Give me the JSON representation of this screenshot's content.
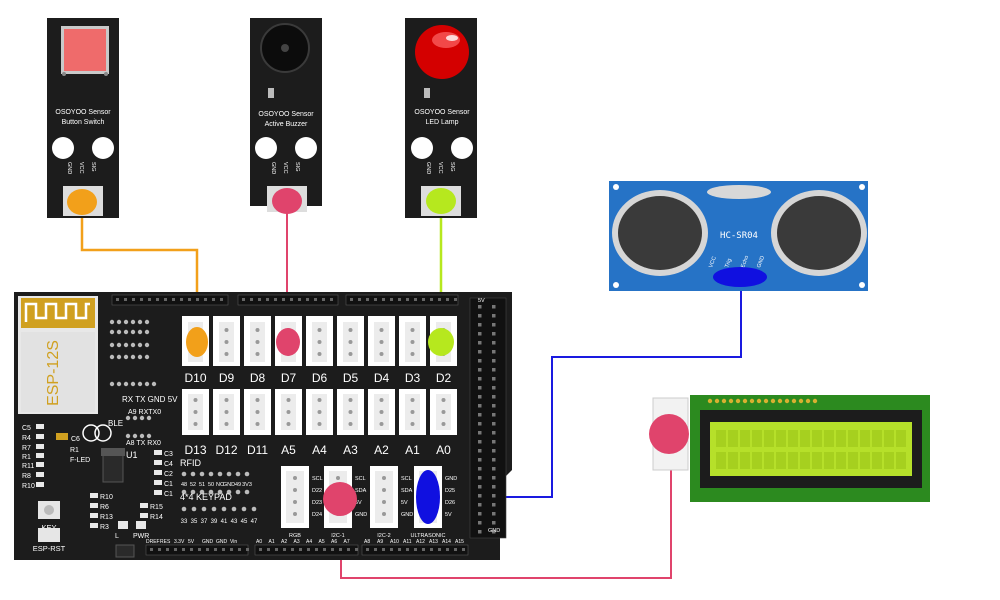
{
  "modules": {
    "button": {
      "line1": "OSOYOO Sensor",
      "line2": "Button Switch",
      "pin_gnd": "GND",
      "pin_vcc": "VCC",
      "pin_sig": "SIG"
    },
    "buzzer": {
      "line1": "OSOYOO Sensor",
      "line2": "Active Buzzer",
      "pin_gnd": "GND",
      "pin_vcc": "VCC",
      "pin_sig": "SIG"
    },
    "led": {
      "line1": "OSOYOO Sensor",
      "line2": "LED Lamp",
      "pin_gnd": "GND",
      "pin_vcc": "VCC",
      "pin_sig": "SIG"
    }
  },
  "ultrasonic": {
    "label": "HC-SR04",
    "pins": [
      "VCC",
      "Trig",
      "Echo",
      "GND"
    ]
  },
  "board": {
    "esp_label": "ESP-12S",
    "digital_top": [
      "D10",
      "D9",
      "D8",
      "D7",
      "D6",
      "D5",
      "D4",
      "D3",
      "D2"
    ],
    "digital_bottom": [
      "D13",
      "D12",
      "D11",
      "A5",
      "A4",
      "A3",
      "A2",
      "A1",
      "A0"
    ],
    "header_pins": [
      "RX",
      "TX",
      "GND",
      "5V"
    ],
    "ble_label": "BLE",
    "ble_pins": [
      "A9",
      "RX",
      "TX",
      "0"
    ],
    "ble_pins2": [
      "A8",
      "TX",
      "RX0"
    ],
    "key_label": "KEY",
    "rst_label": "ESP-RST",
    "u1_label": "U1",
    "rfid_label": "RFID",
    "rfid_pins": [
      "48",
      "52",
      "51",
      "50",
      "NC",
      "GND",
      "49",
      "3V3"
    ],
    "keypad_label": "4*4 KEYPAD",
    "keypad_pins": [
      "33",
      "35",
      "37",
      "39",
      "41",
      "43",
      "45",
      "47"
    ],
    "connectors": [
      "RGB",
      "I2C-1",
      "I2C-2",
      "ULTRASONIC"
    ],
    "i2c_pins": [
      "SCL",
      "SDA",
      "5V",
      "GND"
    ],
    "rgb_pins": [
      "SCL",
      "D22",
      "D23",
      "D24"
    ],
    "us_pins": [
      "GND",
      "D25",
      "D26",
      "5V"
    ],
    "gnd_label": "GND",
    "fivev_label": "5V",
    "pwr_label": "PWR",
    "led_label": "L",
    "fled_label": "F-LED",
    "components": [
      "C5",
      "R4",
      "R7",
      "R11",
      "R1",
      "R8",
      "R10",
      "R6",
      "R13",
      "R3",
      "R15",
      "R14",
      "C6",
      "R1",
      "C3",
      "C4",
      "C2",
      "C1",
      "C1"
    ],
    "bottom_header": [
      "DREF",
      "RES",
      "3.3V",
      "5V",
      "GND",
      "GND",
      "Vin"
    ],
    "analog_header": [
      "A0",
      "A1",
      "A2",
      "A3",
      "A4",
      "A5",
      "A6",
      "A7"
    ],
    "analog_header2": [
      "A8",
      "A9",
      "A10",
      "A11",
      "A12",
      "A13",
      "A14",
      "A15"
    ]
  },
  "colors": {
    "wire_button": "#f2a01a",
    "wire_buzzer": "#e0446c",
    "wire_led": "#b6e81e",
    "wire_ultrasonic": "#1a1ae0",
    "wire_lcd": "#e0446c",
    "board": "#1c1c1c",
    "lcd_pcb": "#2c8a1f",
    "lcd_screen": "#b6e02a",
    "ultrasonic_pcb": "#2673c6"
  }
}
